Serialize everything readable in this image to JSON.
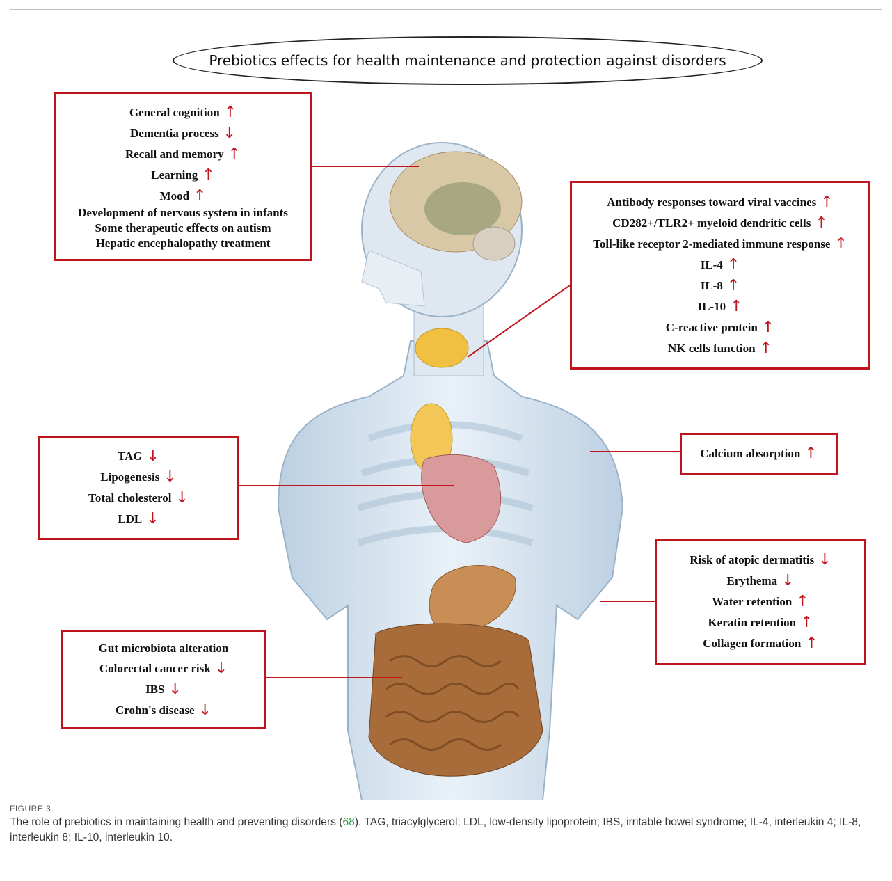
{
  "title": "Prebiotics effects for health maintenance and protection against disorders",
  "colors": {
    "box_border": "#c0141c",
    "arrow": "#c0141c",
    "reference_link": "#2e9c45"
  },
  "boxes": {
    "brain": {
      "items": [
        {
          "text": "General cognition",
          "arrow": "↑"
        },
        {
          "text": "Dementia process",
          "arrow": "↓"
        },
        {
          "text": "Recall and memory",
          "arrow": "↑"
        },
        {
          "text": "Learning",
          "arrow": "↑"
        },
        {
          "text": "Mood",
          "arrow": "↑"
        },
        {
          "text": "Development of nervous system in infants",
          "arrow": ""
        },
        {
          "text": "Some therapeutic effects on autism",
          "arrow": ""
        },
        {
          "text": "Hepatic encephalopathy treatment",
          "arrow": ""
        }
      ]
    },
    "immune": {
      "items": [
        {
          "text": "Antibody responses toward viral vaccines",
          "arrow": "↑"
        },
        {
          "text": "CD282+/TLR2+ myeloid dendritic cells",
          "arrow": "↑"
        },
        {
          "text": "Toll-like receptor 2-mediated immune response",
          "arrow": "↑"
        },
        {
          "text": "IL-4",
          "arrow": "↑"
        },
        {
          "text": "IL-8",
          "arrow": "↑"
        },
        {
          "text": "IL-10",
          "arrow": "↑"
        },
        {
          "text": "C-reactive protein",
          "arrow": "↑"
        },
        {
          "text": "NK cells function",
          "arrow": "↑"
        }
      ]
    },
    "lipid": {
      "items": [
        {
          "text": "TAG",
          "arrow": "↓"
        },
        {
          "text": "Lipogenesis",
          "arrow": "↓"
        },
        {
          "text": "Total cholesterol",
          "arrow": "↓"
        },
        {
          "text": "LDL",
          "arrow": "↓"
        }
      ]
    },
    "bone": {
      "items": [
        {
          "text": "Calcium absorption",
          "arrow": "↑"
        }
      ]
    },
    "skin": {
      "items": [
        {
          "text": "Risk of atopic dermatitis",
          "arrow": "↓"
        },
        {
          "text": "Erythema",
          "arrow": "↓"
        },
        {
          "text": "Water retention",
          "arrow": "↑"
        },
        {
          "text": "Keratin retention",
          "arrow": "↑"
        },
        {
          "text": "Collagen formation",
          "arrow": "↑"
        }
      ]
    },
    "gut": {
      "items": [
        {
          "text": "Gut microbiota alteration",
          "arrow": ""
        },
        {
          "text": "Colorectal cancer risk",
          "arrow": "↓"
        },
        {
          "text": "IBS",
          "arrow": "↓"
        },
        {
          "text": "Crohn's disease",
          "arrow": "↓"
        }
      ]
    }
  },
  "caption": {
    "label": "FIGURE 3",
    "text_before_ref": "The role of prebiotics in maintaining health and preventing disorders (",
    "ref": "68",
    "text_after_ref": "). TAG, triacylglycerol; LDL, low-density lipoprotein; IBS, irritable bowel syndrome; IL-4, interleukin 4; IL-8, interleukin 8; IL-10, interleukin 10."
  }
}
